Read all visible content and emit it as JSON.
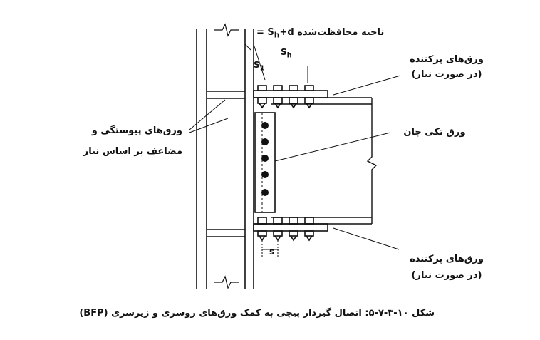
{
  "diagram": {
    "protected_zone_label": "S̰ₕ+d = ناحیه محافظت‌شده",
    "protected_zone_formula": "= S",
    "protected_zone_sub": "h",
    "protected_zone_plus": "+d",
    "protected_zone_text": "ناحیه محافظت‌شده",
    "sh_label": "S",
    "sh_sub": "h",
    "s1_label": "S",
    "s1_sub": "1",
    "s_label": "s",
    "stiffener_top_line1": "ورق‌های پرکننده",
    "stiffener_top_line2": "(در صورت نیاز)",
    "shear_tab_label": "ورق تکی جان",
    "continuity_line1": "ورق‌های پیوستگی و",
    "continuity_line2": "مضاعف بر اساس نیاز",
    "stiffener_bottom_line1": "ورق‌های پرکننده",
    "stiffener_bottom_line2": "(در صورت نیاز)"
  },
  "caption": "شکل ۱۰-۳-۷-۵: اتصال گیردار پیچی به کمک ورق‌های روسری و زیرسری (BFP)"
}
